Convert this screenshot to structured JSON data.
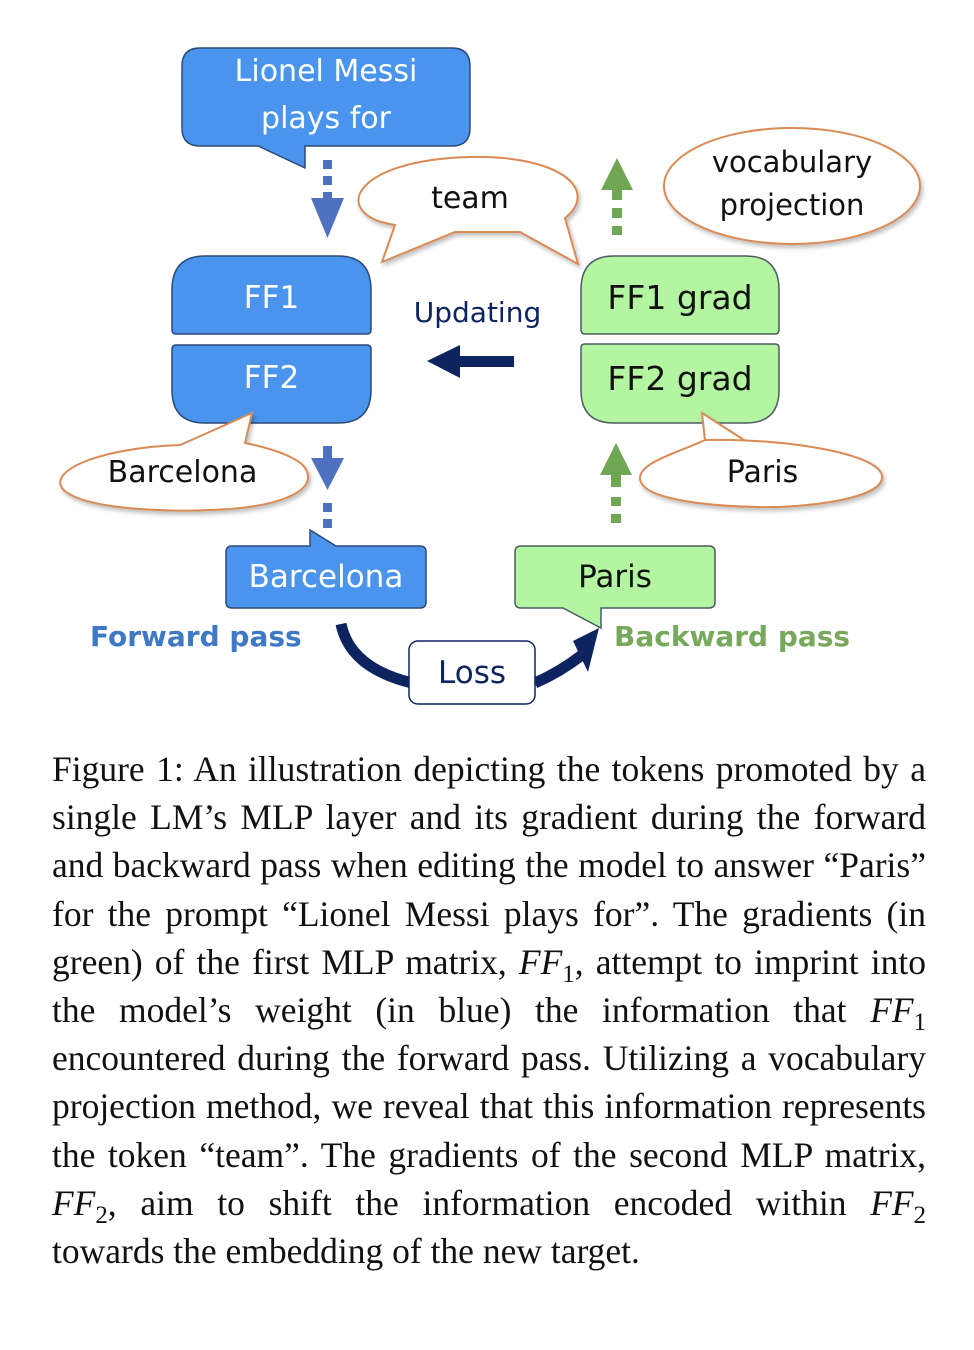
{
  "figure": {
    "prompt_box": {
      "line1": "Lionel Messi",
      "line2": "plays for"
    },
    "team_callout": "team",
    "vocab_callout": {
      "line1": "vocabulary",
      "line2": "projection"
    },
    "ff1": "FF1",
    "ff2": "FF2",
    "ff1_grad": "FF1 grad",
    "ff2_grad": "FF2 grad",
    "updating_label": "Updating",
    "barcelona_callout": "Barcelona",
    "paris_callout": "Paris",
    "barcelona_output": "Barcelona",
    "paris_target": "Paris",
    "forward_pass_label": "Forward pass",
    "backward_pass_label": "Backward pass",
    "loss_label": "Loss",
    "colors": {
      "blue_fill": "#4a94ee",
      "green_fill": "#b3f5a1",
      "callout_outline": "#d98a55",
      "navy": "#0d2460",
      "forward_blue": "#3f79c4",
      "backward_green": "#77a85c",
      "arrow_blue": "#4f72c0",
      "arrow_green": "#70a755"
    }
  },
  "caption": {
    "part1": "Figure 1: An illustration depicting the tokens promoted by a single LM’s MLP layer and its gradient during the forward and backward pass when editing the model to answer “Paris” for the prompt “Lionel Messi plays for”. The gradients (in green) of the first MLP matrix, ",
    "math_ff": "FF",
    "sub1": "1",
    "part2": ", attempt to imprint into the model’s weight (in blue) the information that ",
    "part3": " encountered during the forward pass. Utilizing a vocabulary projection method, we reveal that this information represents the token “team”. The gradients of the second MLP matrix, ",
    "sub2": "2",
    "part4": ", aim to shift the information encoded within ",
    "part5": " towards the embedding of the new target."
  }
}
